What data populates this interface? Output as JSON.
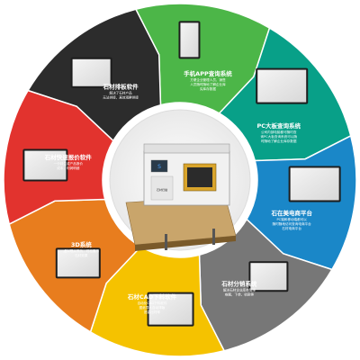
{
  "segments": [
    {
      "id": "mobile-app",
      "color": "#4cb648",
      "title": "手机APP查询系统",
      "lines": [
        "方便企业管理人员、销售",
        "人员随时随地了解企业库",
        "实库存数据"
      ]
    },
    {
      "id": "pc-screen",
      "color": "#08a088",
      "title": "PC大板查询系统",
      "lines": [
        "公司内部电脑都可随时查",
        "询PC大板查询系统可以随",
        "时随地了解企业库存数据"
      ]
    },
    {
      "id": "ecommerce",
      "color": "#1a87c8",
      "title": "石在美电商平台",
      "lines": [
        "PC端和移动端都可以",
        "随时随地访问查询电商平台",
        "石材电商平台"
      ]
    },
    {
      "id": "layout",
      "color": "#777777",
      "title": "石材分销系统",
      "lines": [
        "解决石材企业库存管理",
        "难题，下单、收款等"
      ]
    },
    {
      "id": "cad",
      "color": "#f5c200",
      "title": "石材CAD下料软件",
      "lines": [
        "自动化CAD下料软件",
        "图纸导入自动排版",
        "提高出材率"
      ]
    },
    {
      "id": "3d",
      "color": "#e87d1e",
      "title": "3D系统",
      "lines": [
        "虚拟现实系统，轻松展示",
        "石材效果"
      ]
    },
    {
      "id": "quote",
      "color": "#e2332e",
      "title": "石材快速报价软件",
      "lines": [
        "一分钟生成产品报价",
        "成本，利润明细"
      ]
    },
    {
      "id": "typesetting",
      "color": "#2c2c2c",
      "title": "石材排板软件",
      "lines": [
        "解决了石材产品",
        "无法拼接，高效观察拼接"
      ]
    }
  ],
  "center": {
    "machine_label": "石材扫描",
    "screen_logo": "S"
  }
}
